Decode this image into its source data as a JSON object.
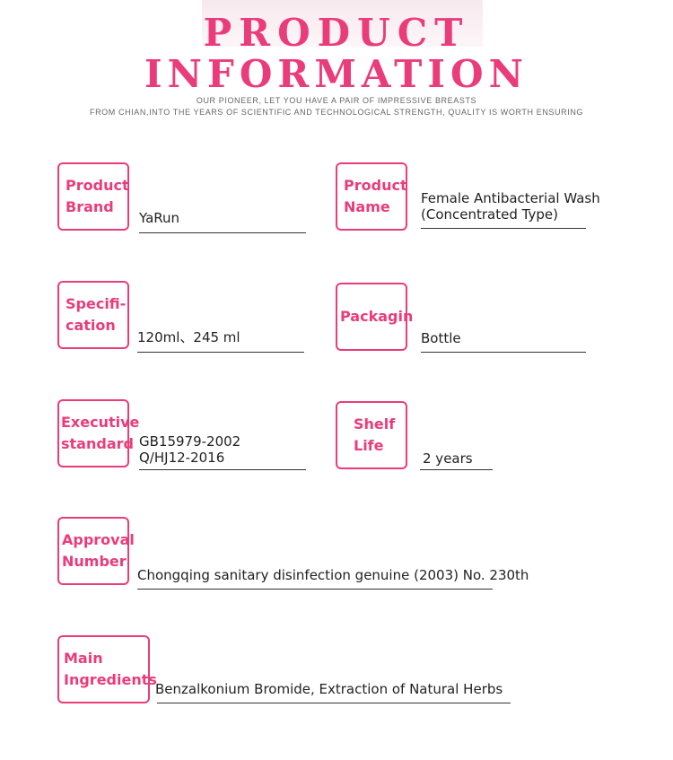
{
  "header": {
    "title_line1": "PRODUCT",
    "title_line2": "INFORMATION",
    "subtitle_line1": "OUR PIONEER, LET YOU HAVE A PAIR OF IMPRESSIVE BREASTS",
    "subtitle_line2": "FROM CHIAN,INTO THE YEARS OF SCIENTIFIC AND TECHNOLOGICAL STRENGTH, QUALITY IS WORTH ENSURING"
  },
  "fields": {
    "brand": {
      "label": "Product\nBrand",
      "value": "YaRun"
    },
    "name": {
      "label": "Product\nName",
      "value": "Female Antibacterial Wash\n(Concentrated Type)"
    },
    "spec": {
      "label": "Specifi-\ncation",
      "value": "120ml、245 ml"
    },
    "packaging": {
      "label": "Packagin",
      "value": "Bottle"
    },
    "standard": {
      "label": "Executive\nstandard",
      "value": "GB15979-2002\nQ/HJ12-2016"
    },
    "shelf": {
      "label": "Shelf\nLife",
      "value": "2 years"
    },
    "approval": {
      "label": "Approval\nNumber",
      "value": "Chongqing sanitary disinfection genuine (2003) No. 230th"
    },
    "ingredients": {
      "label": "Main\nIngredients",
      "value": "Benzalkonium Bromide, Extraction of Natural Herbs"
    }
  },
  "colors": {
    "accent": "#ea3c7a",
    "text": "#222222"
  }
}
